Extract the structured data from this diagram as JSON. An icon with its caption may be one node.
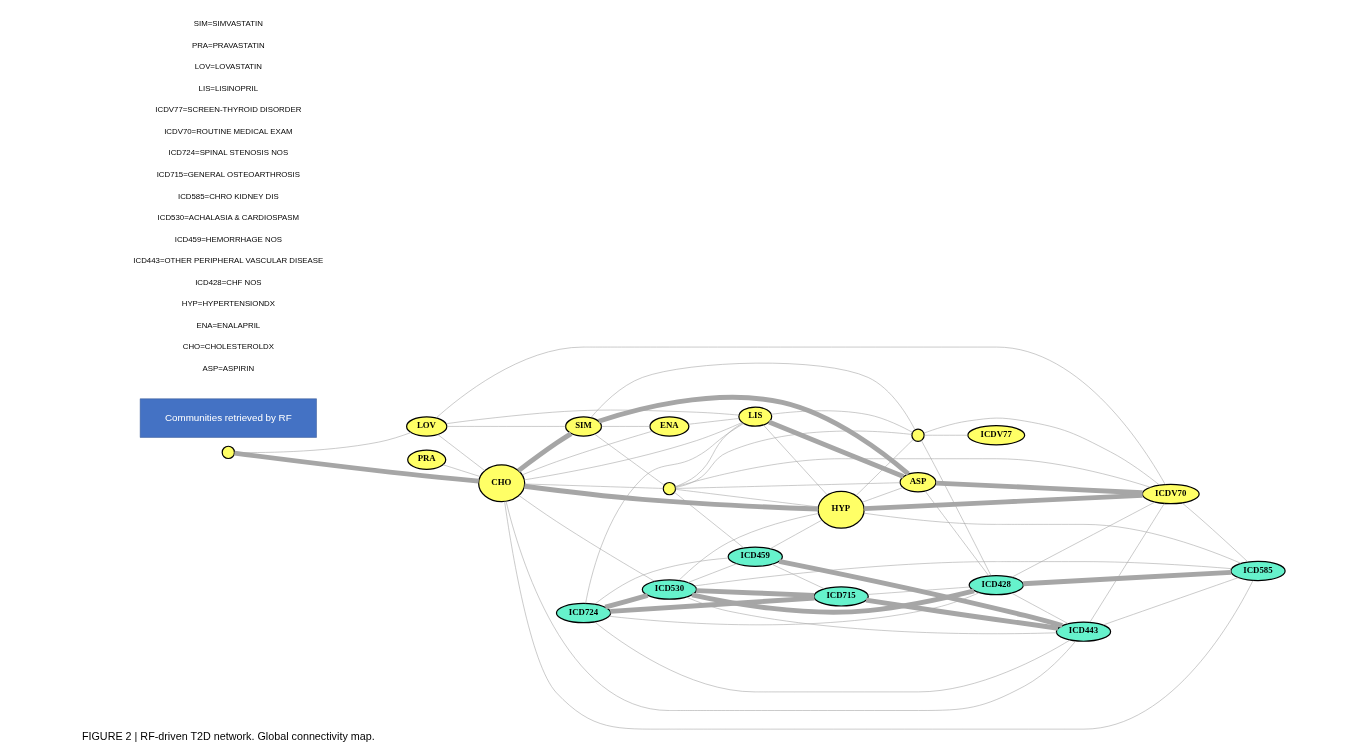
{
  "diagram": {
    "caption": "FIGURE 2 | RF-driven T2D network. Global connectivity map.",
    "nodes": [
      {
        "text": [
          "PRA"
        ]
      },
      {
        "text": [],
        "shape": "circle"
      },
      {
        "text": [
          "LOV"
        ]
      },
      {
        "text": [
          "SIM"
        ]
      },
      {
        "text": [
          "CHO"
        ]
      },
      {
        "text": [
          "ENA"
        ]
      },
      {
        "text": [
          "ICD724"
        ]
      },
      {
        "text": [],
        "shape": "circle"
      },
      {
        "text": [
          "LIS"
        ]
      },
      {
        "text": [
          "ICD530"
        ]
      },
      {
        "text": [
          "ICD459"
        ]
      },
      {
        "text": [
          "HYP"
        ]
      },
      {
        "text": [
          "ASP"
        ]
      },
      {
        "text": [
          "ICD715"
        ]
      },
      {
        "text": [],
        "shape": "circle"
      },
      {
        "text": [
          "ICD428"
        ]
      },
      {
        "text": [
          "ICDV70"
        ]
      },
      {
        "text": [
          "ICD443"
        ]
      },
      {
        "text": [
          "ICDV77"
        ]
      },
      {
        "text": [
          "ICD585"
        ]
      },
      {
        "text": [
          "Communities retrieved by RF"
        ]
      }
    ],
    "edges": [
      {
        "from": 1,
        "to": 4,
        "arrow": "none",
        "style": "thick"
      },
      {
        "from": 1,
        "to": 2,
        "arrow": "none"
      },
      {
        "from": 0,
        "to": 4,
        "arrow": "none"
      },
      {
        "from": 2,
        "to": 4,
        "arrow": "none"
      },
      {
        "from": 2,
        "to": 8,
        "arrow": "none"
      },
      {
        "from": 2,
        "to": 16,
        "arrow": "none"
      },
      {
        "from": 2,
        "to": 3,
        "arrow": "none"
      },
      {
        "from": 4,
        "to": 3,
        "arrow": "none",
        "style": "thick"
      },
      {
        "from": 4,
        "to": 5,
        "arrow": "none"
      },
      {
        "from": 4,
        "to": 8,
        "arrow": "none"
      },
      {
        "from": 4,
        "to": 7,
        "arrow": "none"
      },
      {
        "from": 4,
        "to": 11,
        "arrow": "none",
        "style": "thick"
      },
      {
        "from": 4,
        "to": 9,
        "arrow": "none"
      },
      {
        "from": 4,
        "to": 17,
        "arrow": "none"
      },
      {
        "from": 4,
        "to": 19,
        "arrow": "none"
      },
      {
        "from": 3,
        "to": 5,
        "arrow": "none"
      },
      {
        "from": 3,
        "to": 7,
        "arrow": "none"
      },
      {
        "from": 3,
        "to": 12,
        "arrow": "none",
        "style": "thick"
      },
      {
        "from": 3,
        "to": 14,
        "arrow": "none"
      },
      {
        "from": 5,
        "to": 8,
        "arrow": "none"
      },
      {
        "from": 6,
        "to": 8,
        "arrow": "none"
      },
      {
        "from": 6,
        "to": 9,
        "arrow": "none",
        "style": "thick"
      },
      {
        "from": 6,
        "to": 13,
        "arrow": "none",
        "style": "thick"
      },
      {
        "from": 6,
        "to": 15,
        "arrow": "none"
      },
      {
        "from": 6,
        "to": 10,
        "arrow": "none"
      },
      {
        "from": 6,
        "to": 17,
        "arrow": "none"
      },
      {
        "from": 7,
        "to": 10,
        "arrow": "none"
      },
      {
        "from": 7,
        "to": 11,
        "arrow": "none"
      },
      {
        "from": 7,
        "to": 12,
        "arrow": "none"
      },
      {
        "from": 7,
        "to": 16,
        "arrow": "none"
      },
      {
        "from": 7,
        "to": 14,
        "arrow": "none"
      },
      {
        "from": 7,
        "to": 8,
        "arrow": "none"
      },
      {
        "from": 8,
        "to": 11,
        "arrow": "none"
      },
      {
        "from": 8,
        "to": 12,
        "arrow": "none",
        "style": "thick"
      },
      {
        "from": 8,
        "to": 14,
        "arrow": "none"
      },
      {
        "from": 9,
        "to": 10,
        "arrow": "none"
      },
      {
        "from": 9,
        "to": 13,
        "arrow": "none",
        "style": "thick"
      },
      {
        "from": 9,
        "to": 15,
        "arrow": "none",
        "style": "thick"
      },
      {
        "from": 9,
        "to": 17,
        "arrow": "none"
      },
      {
        "from": 9,
        "to": 11,
        "arrow": "none"
      },
      {
        "from": 9,
        "to": 19,
        "arrow": "none"
      },
      {
        "from": 10,
        "to": 13,
        "arrow": "none"
      },
      {
        "from": 10,
        "to": 17,
        "arrow": "none",
        "style": "thick"
      },
      {
        "from": 10,
        "to": 11,
        "arrow": "none"
      },
      {
        "from": 11,
        "to": 12,
        "arrow": "none"
      },
      {
        "from": 11,
        "to": 14,
        "arrow": "none"
      },
      {
        "from": 11,
        "to": 16,
        "arrow": "none",
        "style": "thick"
      },
      {
        "from": 11,
        "to": 19,
        "arrow": "none"
      },
      {
        "from": 12,
        "to": 16,
        "arrow": "none",
        "style": "thick"
      },
      {
        "from": 12,
        "to": 15,
        "arrow": "none"
      },
      {
        "from": 13,
        "to": 17,
        "arrow": "none",
        "style": "thick"
      },
      {
        "from": 13,
        "to": 15,
        "arrow": "none"
      },
      {
        "from": 14,
        "to": 18,
        "arrow": "none"
      },
      {
        "from": 14,
        "to": 16,
        "arrow": "none"
      },
      {
        "from": 14,
        "to": 15,
        "arrow": "none"
      },
      {
        "from": 15,
        "to": 19,
        "arrow": "none",
        "style": "thick"
      },
      {
        "from": 15,
        "to": 17,
        "arrow": "none"
      },
      {
        "from": 15,
        "to": 16,
        "arrow": "none"
      },
      {
        "from": 17,
        "to": 19,
        "arrow": "none"
      },
      {
        "from": 17,
        "to": 16,
        "arrow": "none"
      },
      {
        "from": 16,
        "to": 19,
        "arrow": "none"
      }
    ],
    "labels": [
      "ASP=ASPIRIN",
      "CHO=CHOLESTEROLDX",
      "ENA=ENALAPRIL",
      "HYP=HYPERTENSIONDX",
      "ICD428=CHF NOS",
      "ICD443=OTHER PERIPHERAL VASCULAR DISEASE",
      "ICD459=HEMORRHAGE NOS",
      "ICD530=ACHALASIA & CARDIOSPASM",
      "ICD585=CHRO KIDNEY DIS",
      "ICD715=GENERAL OSTEOARTHROSIS",
      "ICD724=SPINAL STENOSIS NOS",
      "ICDV70=ROUTINE MEDICAL EXAM",
      "ICDV77=SCREEN-THYROID DISORDER",
      "LIS=LISINOPRIL",
      "LOV=LOVASTATIN",
      "PRA=PRAVASTATIN",
      "SIM=SIMVASTATIN"
    ]
  }
}
